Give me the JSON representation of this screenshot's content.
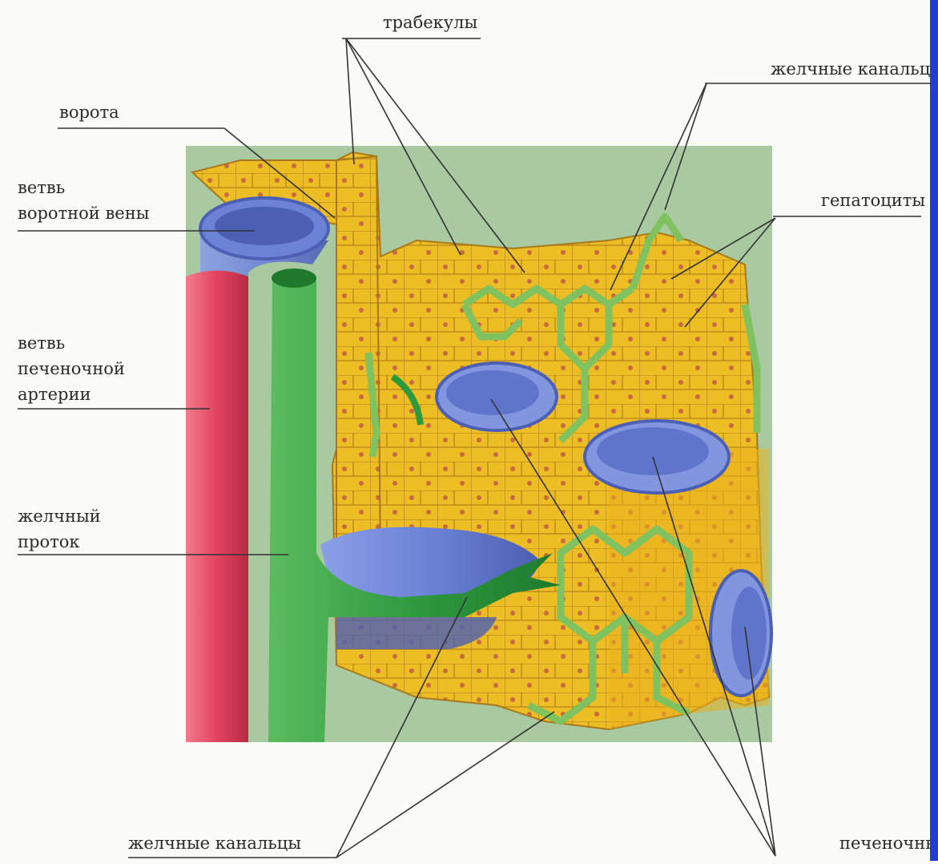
{
  "labels": {
    "trabeculae": "трабекулы",
    "bile_canaliculi_top": "желчные канальцы",
    "portal_gate": "ворота",
    "portal_vein_branch_line1": "ветвь",
    "portal_vein_branch_line2": "воротной вены",
    "hepatocytes": "гепатоциты",
    "hepatic_artery_branch_line1": "ветвь",
    "hepatic_artery_branch_line2": "печеночной",
    "hepatic_artery_branch_line3": "артерии",
    "bile_duct_line1": "желчный",
    "bile_duct_line2": "проток",
    "bile_canaliculi_bottom": "желчные канальцы",
    "hepatic_sinusoids": "печеночны"
  },
  "colors": {
    "background_panel": "#a9c9a1",
    "hepatocyte_tissue": "#e8b91e",
    "cell_border": "#b5841a",
    "nucleus": "#c96a3e",
    "portal_vein": "#6b82d6",
    "hepatic_artery": "#e2445f",
    "bile_duct": "#2e9a3e",
    "bile_canaliculi": "#7fc25f",
    "frame_edge": "#1f3fd0"
  }
}
